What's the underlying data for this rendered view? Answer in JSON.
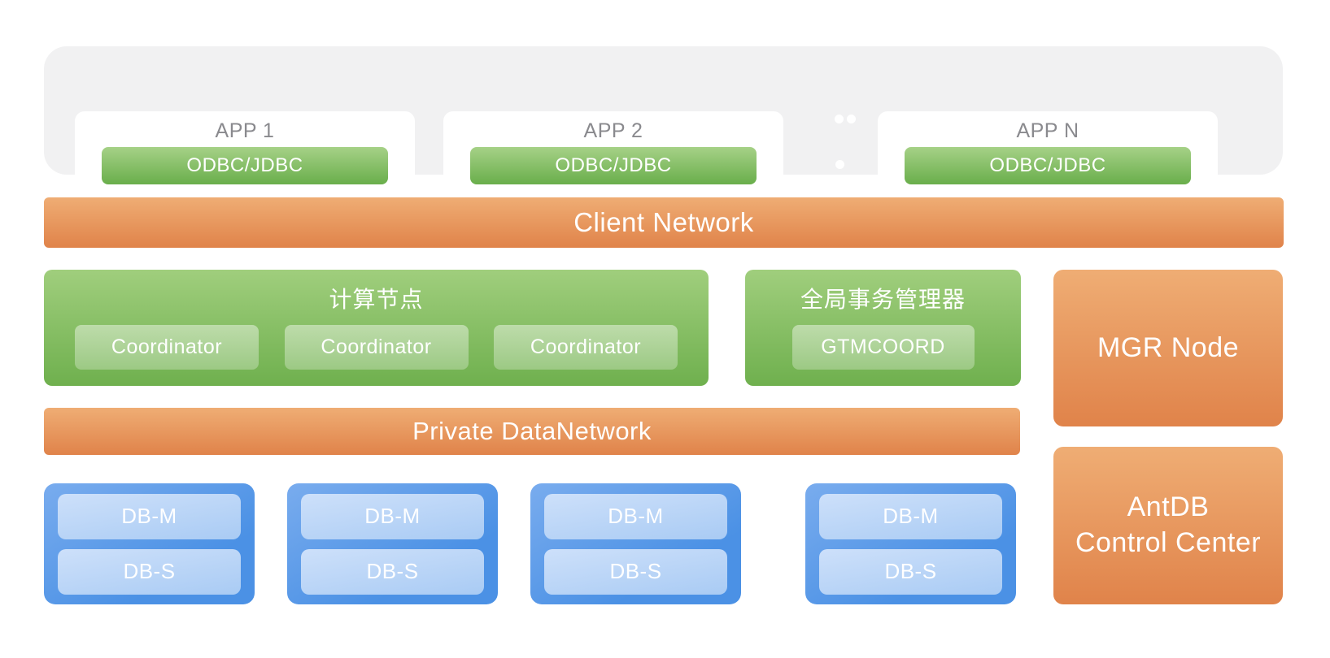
{
  "app_layer": {
    "apps": [
      {
        "title": "APP 1",
        "connector": "ODBC/JDBC"
      },
      {
        "title": "APP 2",
        "connector": "ODBC/JDBC"
      },
      {
        "title": "APP N",
        "connector": "ODBC/JDBC"
      }
    ]
  },
  "client_network": {
    "label": "Client Network"
  },
  "compute_node": {
    "title": "计算节点",
    "nodes": [
      "Coordinator",
      "Coordinator",
      "Coordinator"
    ]
  },
  "gtm": {
    "title": "全局事务管理器",
    "nodes": [
      "GTMCOORD"
    ]
  },
  "mgr_node": {
    "label": "MGR Node"
  },
  "private_network": {
    "label": "Private DataNetwork"
  },
  "data_nodes": [
    {
      "master": "DB-M",
      "standby": "DB-S"
    },
    {
      "master": "DB-M",
      "standby": "DB-S"
    },
    {
      "master": "DB-M",
      "standby": "DB-S"
    },
    {
      "master": "DB-M",
      "standby": "DB-S"
    }
  ],
  "control_center": {
    "line1": "AntDB",
    "line2": "Control Center"
  },
  "colors": {
    "orange_top": "#efad74",
    "orange_bottom": "#e0834a",
    "green_box_top": "#a0ce7d",
    "green_box_bottom": "#6fb04e",
    "green_button_top": "#a6d187",
    "green_button_bottom": "#69ae4b",
    "blue_box_top": "#79acee",
    "blue_box_bottom": "#4b91e5",
    "blue_button_top": "#cde0fa",
    "blue_button_bottom": "#a9cbf4",
    "panel_gray": "#f1f1f2",
    "app_title_gray": "#8a8a8e",
    "text_white": "#ffffff"
  }
}
